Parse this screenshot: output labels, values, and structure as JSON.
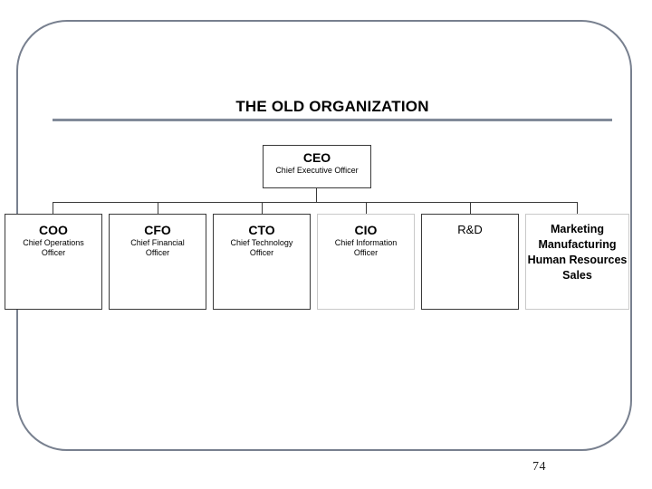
{
  "slide": {
    "title": "THE OLD ORGANIZATION",
    "page_number": "74",
    "frame_color": "#78808f",
    "rule_color": "#818a99",
    "box_border_color": "#3a3a3a",
    "light_box_border_color": "#c9c9c9"
  },
  "org_chart": {
    "root": {
      "title": "CEO",
      "subtitle": "Chief Executive Officer"
    },
    "children": [
      {
        "title": "COO",
        "subtitle_line1": "Chief Operations",
        "subtitle_line2": "Officer"
      },
      {
        "title": "CFO",
        "subtitle_line1": "Chief Financial",
        "subtitle_line2": "Officer"
      },
      {
        "title": "CTO",
        "subtitle_line1": "Chief Technology",
        "subtitle_line2": "Officer"
      },
      {
        "title": "CIO",
        "subtitle_line1": "Chief Information",
        "subtitle_line2": "Officer"
      },
      {
        "title": "R&D",
        "subtitle_line1": "",
        "subtitle_line2": ""
      }
    ],
    "departments": {
      "lines": [
        "Marketing",
        "Manufacturing",
        "Human Resources",
        "Sales"
      ]
    }
  }
}
